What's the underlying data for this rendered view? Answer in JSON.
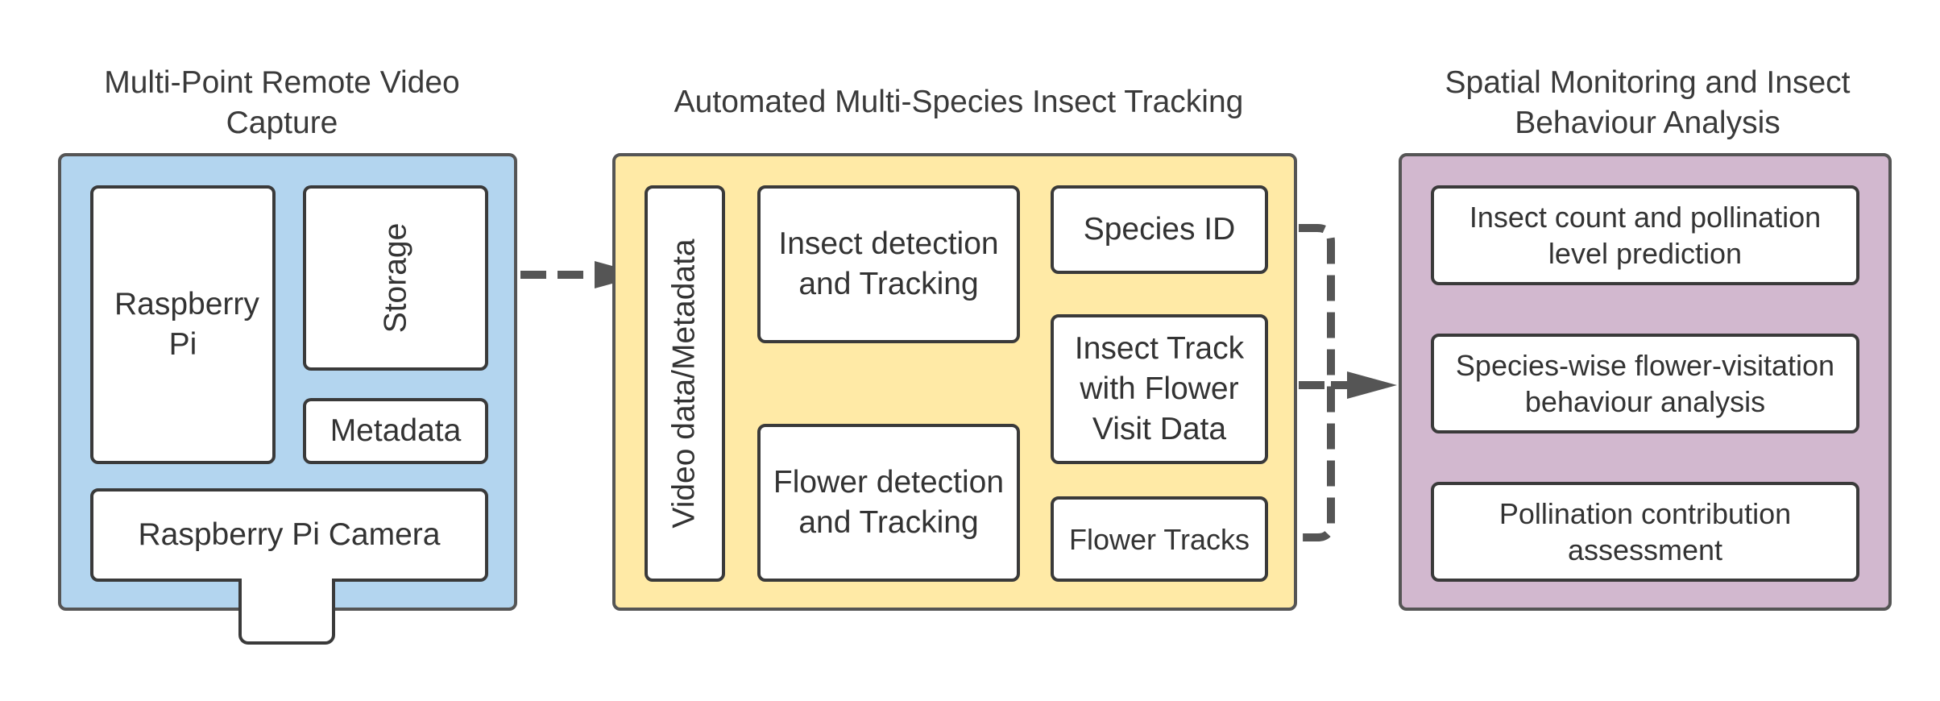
{
  "colors": {
    "capture_bg": "#b3d5ef",
    "tracking_bg": "#ffeaa6",
    "analysis_bg": "#d2b8cf",
    "connector": "#555555"
  },
  "sections": {
    "capture": {
      "title": "Multi-Point Remote Video Capture",
      "raspberry_pi": "Raspberry Pi",
      "storage": "Storage",
      "metadata": "Metadata",
      "camera": "Raspberry Pi Camera"
    },
    "tracking": {
      "title": "Automated Multi-Species Insect Tracking",
      "video_data": "Video data/Metadata",
      "insect_detection": "Insect detection and Tracking",
      "flower_detection": "Flower detection and Tracking",
      "species_id": "Species ID",
      "insect_track": "Insect Track with Flower Visit Data",
      "flower_tracks": "Flower Tracks"
    },
    "analysis": {
      "title": "Spatial Monitoring and Insect Behaviour Analysis",
      "items": [
        "Insect count and pollination level prediction",
        "Species-wise flower-visitation behaviour analysis",
        "Pollination contribution assessment"
      ]
    }
  }
}
